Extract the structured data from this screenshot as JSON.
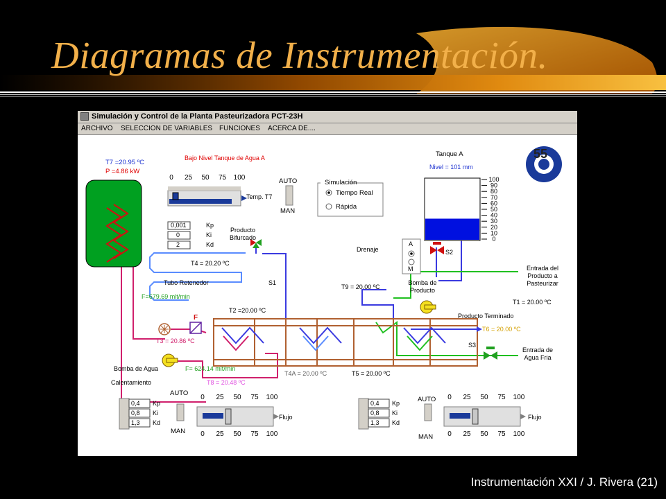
{
  "slide": {
    "title": "Diagramas de Instrumentación.",
    "footer": "Instrumentación XXI / J. Rivera (21)"
  },
  "colors": {
    "title": "#f2b04a",
    "blue_pipe": "#3a3ae0",
    "light_blue_pipe": "#5a8cff",
    "pink_pipe": "#d0206c",
    "green_pipe": "#20c020",
    "brown_pipe": "#b06030",
    "tank_water": "#0010e0",
    "heater_tank": "#00a020"
  },
  "window": {
    "title": "Simulación y Control de la Planta Pasteurizadora PCT-23H",
    "menu": [
      "ARCHIVO",
      "SELECCION DE VARIABLES",
      "FUNCIONES",
      "ACERCA DE...."
    ]
  },
  "process": {
    "t7": "T7 =20.95 ºC",
    "p": "P =4.86 kW",
    "alarm": "Bajo Nivel Tanque de Agua A",
    "tank_a": "Tanque A",
    "level": "Nivel = 101 mm",
    "level_value": 101,
    "level_scale": [
      "100",
      "90",
      "80",
      "70",
      "60",
      "50",
      "40",
      "30",
      "20",
      "10",
      "0"
    ],
    "temp_t7_label": "Temp. T7",
    "auto": "AUTO",
    "man": "MAN",
    "simulation_group": "Simulación",
    "sim_real": "Tiempo Real",
    "sim_fast": "Rápida",
    "sim_selected": "Tiempo Real",
    "producto_bifurcado": [
      "Producto",
      "Bifurcado"
    ],
    "t4": "T4 = 20.20 ºC",
    "s1": "S1",
    "tubo_retenedor": "Tubo Retenedor",
    "flow_f": "F=679.69 mlt/min",
    "t2": "T2 =20.00 ºC",
    "t9": "T9 = 20.00 ºC",
    "drenaje": "Drenaje",
    "valve_mode": [
      "A",
      "M"
    ],
    "s2": "S2",
    "bomba_producto": [
      "Bomba de",
      "Producto"
    ],
    "entrada_producto": [
      "Entrada del",
      "Producto a",
      "Pasteurizar"
    ],
    "t1": "T1 = 20.00 ºC",
    "producto_terminado": "Producto Terminado",
    "t6": "T6 = 20.00 ºC",
    "s3": "S3",
    "entrada_agua": [
      "Entrada de",
      "Agua Fria"
    ],
    "f_marker": "F",
    "t3": "T3 = 20.86 ºC",
    "bomba_agua": "Bomba de Agua",
    "flow_water": "F= 624.14 mlt/min",
    "t4a": "T4A = 20.00 ºC",
    "t5": "T5 = 20.00 ºC",
    "calentamiento": "Calentamiento",
    "t8": "T8 = 20.48 ºC"
  },
  "controls": {
    "top_pid": [
      {
        "value": "0,001",
        "label": "Kp"
      },
      {
        "value": "0",
        "label": "Ki"
      },
      {
        "value": "2",
        "label": "Kd"
      }
    ],
    "left_pid": [
      {
        "value": "0,4",
        "label": "Kp"
      },
      {
        "value": "0,8",
        "label": "Ki"
      },
      {
        "value": "1,3",
        "label": "Kd"
      }
    ],
    "right_pid": [
      {
        "value": "0,4",
        "label": "Kp"
      },
      {
        "value": "0,8",
        "label": "Ki"
      },
      {
        "value": "1,3",
        "label": "Kd"
      }
    ],
    "scale_ticks": [
      "0",
      "25",
      "50",
      "75",
      "100"
    ],
    "flujo": "Flujo",
    "top_slider": {
      "setpoint_pct": 5,
      "bar_pct": 90
    },
    "left_slider": {
      "setpoint_pct": 33,
      "bar_pct": 30
    },
    "right_slider": {
      "setpoint_pct": 33,
      "bar_pct": 30
    }
  }
}
